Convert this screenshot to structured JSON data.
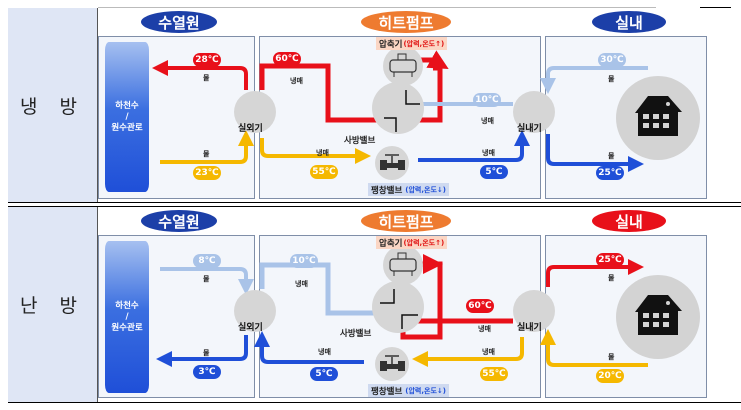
{
  "colors": {
    "red": "#e8101a",
    "yellow": "#f5b800",
    "blue": "#1f4fd8",
    "lightblue": "#a9c3e8",
    "orange": "#ee7b30",
    "navy": "#1c3fa8",
    "panel_bg": "#f3f6fb",
    "label_bg": "#dfe6f5"
  },
  "rows": [
    {
      "mode": "냉 방",
      "headers": {
        "source": "수열원",
        "heatpump": "히트펌프",
        "indoor": "실내"
      },
      "indoor_header_color": "#1c3fa8",
      "tower_text": [
        "하천수",
        "/",
        "원수관로"
      ],
      "source_loop": {
        "top_temp": "28℃",
        "top_label": "물",
        "bottom_temp": "23℃",
        "bottom_label": "물"
      },
      "outdoor_unit": "실외기",
      "indoor_unit": "실내기",
      "compressor": {
        "label": "압축기",
        "note": "(압력,온도↑)"
      },
      "four_way_valve": "사방밸브",
      "expansion_valve": {
        "label": "팽창밸브",
        "note": "(압력,온도↓)"
      },
      "refrigerant": {
        "hot_temp": "60℃",
        "hot_label": "냉매",
        "warm_temp": "55℃",
        "warm_label": "냉매",
        "cold_temp": "5℃",
        "cold_label": "냉매",
        "return_temp": "10℃",
        "return_label": "냉매"
      },
      "indoor_loop": {
        "top_temp": "30℃",
        "top_label": "물",
        "bottom_temp": "25℃",
        "bottom_label": "물"
      }
    },
    {
      "mode": "난 방",
      "headers": {
        "source": "수열원",
        "heatpump": "히트펌프",
        "indoor": "실내"
      },
      "indoor_header_color": "#e8101a",
      "tower_text": [
        "하천수",
        "/",
        "원수관로"
      ],
      "source_loop": {
        "top_temp": "8℃",
        "top_label": "물",
        "bottom_temp": "3℃",
        "bottom_label": "물"
      },
      "outdoor_unit": "실외기",
      "indoor_unit": "실내기",
      "compressor": {
        "label": "압축기",
        "note": "(압력,온도↑)"
      },
      "four_way_valve": "사방밸브",
      "expansion_valve": {
        "label": "팽창밸브",
        "note": "(압력,온도↓)"
      },
      "refrigerant": {
        "return_temp": "10℃",
        "return_label": "냉매",
        "hot_temp": "60℃",
        "hot_label": "냉매",
        "warm_temp": "55℃",
        "warm_label": "냉매",
        "cold_temp": "5℃",
        "cold_label": "냉매"
      },
      "indoor_loop": {
        "top_temp": "25℃",
        "top_label": "물",
        "bottom_temp": "20℃",
        "bottom_label": "물"
      }
    }
  ]
}
